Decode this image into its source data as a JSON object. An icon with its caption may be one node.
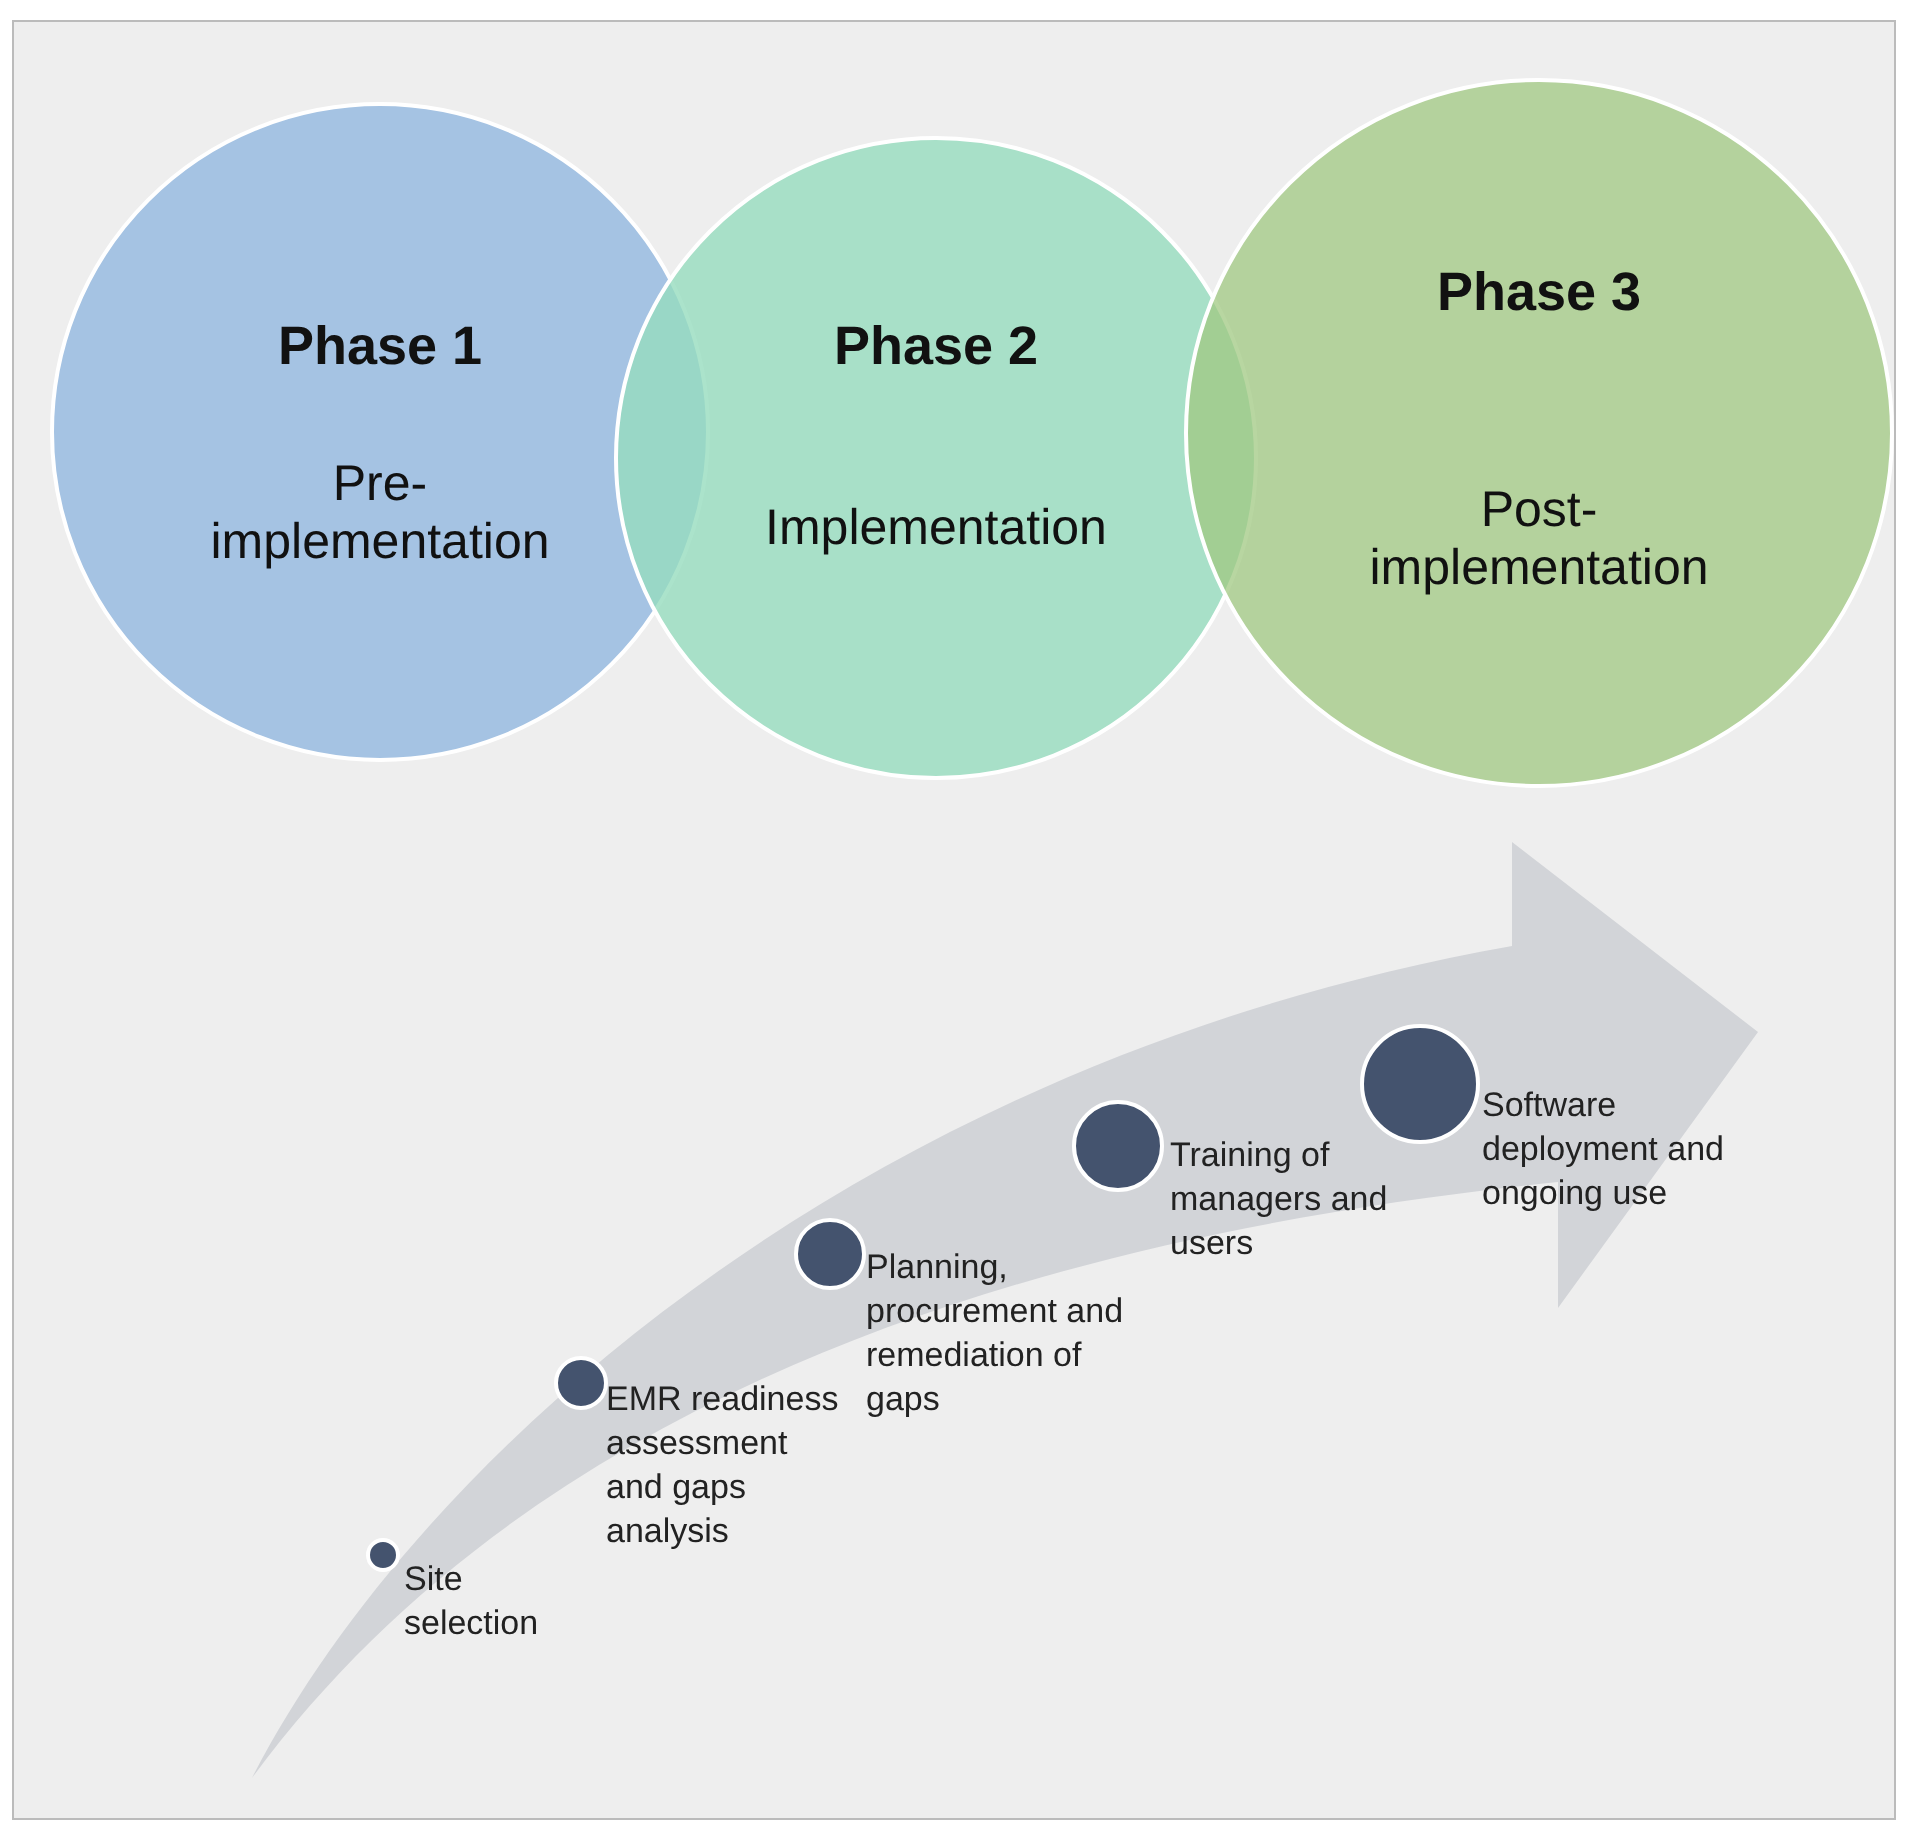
{
  "diagram": {
    "nodes": [
      {
        "text": [
          "Phase 1",
          "Pre-implementation"
        ]
      },
      {
        "text": [
          "Phase 2",
          "Implementation"
        ]
      },
      {
        "text": [
          "Phase 3",
          "Post-implementation"
        ]
      },
      {
        "text": [],
        "shape": "circle",
        "beside": [
          "Site selection"
        ]
      },
      {
        "text": [],
        "shape": "circle",
        "beside": [
          "EMR readiness assessment and gaps analysis"
        ]
      },
      {
        "text": [],
        "shape": "circle",
        "beside": [
          "Planning, procurement and remediation of gaps"
        ]
      },
      {
        "text": [],
        "shape": "circle",
        "beside": [
          "Training of managers and users"
        ]
      },
      {
        "text": [],
        "shape": "circle",
        "beside": [
          "Software deployment and ongoing use"
        ]
      }
    ],
    "edges": []
  }
}
